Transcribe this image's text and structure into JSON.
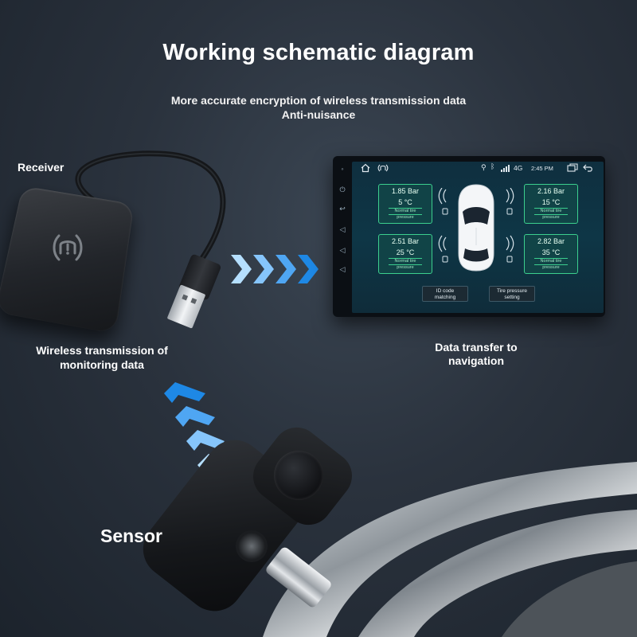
{
  "title": "Working schematic diagram",
  "subtitles": [
    "More accurate encryption of wireless transmission data",
    "Anti-nuisance"
  ],
  "labels": {
    "receiver": "Receiver",
    "wireless_line1": "Wireless transmission of",
    "wireless_line2": "monitoring data",
    "transfer_line1": "Data transfer to",
    "transfer_line2": "navigation",
    "sensor": "Sensor"
  },
  "screen": {
    "status": {
      "network": "4G",
      "time": "2:45 PM"
    },
    "tires": [
      {
        "pressure": "1.85  Bar",
        "temp": "5  °C",
        "status1": "Normal tire",
        "status2": "pressure"
      },
      {
        "pressure": "2.16  Bar",
        "temp": "15  °C",
        "status1": "Normal tire",
        "status2": "pressure"
      },
      {
        "pressure": "2.51  Bar",
        "temp": "25  °C",
        "status1": "Normal tire",
        "status2": "pressure"
      },
      {
        "pressure": "2.82  Bar",
        "temp": "35  °C",
        "status1": "Normal tire",
        "status2": "pressure"
      }
    ],
    "buttons": {
      "id_line1": "ID code",
      "id_line2": "matching",
      "tp_line1": "Tire pressure",
      "tp_line2": "setting"
    }
  },
  "colors": {
    "arrow_light": "#9fd4ff",
    "arrow_dark": "#1e88e5",
    "card_border": "#3ccf8e",
    "screen_bg": "#0e3646"
  },
  "icons": [
    "tpms-icon",
    "home-icon",
    "location-icon",
    "bluetooth-icon",
    "signal-icon",
    "window-icon",
    "back-icon",
    "wireless-wave-icon",
    "right-chevron-icon"
  ]
}
